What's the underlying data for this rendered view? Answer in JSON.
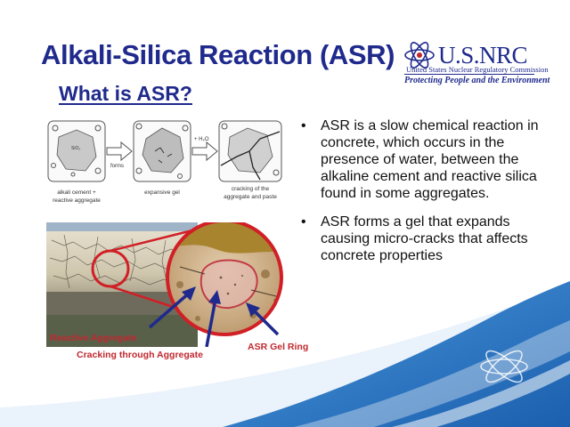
{
  "slide": {
    "title": "Alkali-Silica Reaction (ASR)",
    "subtitle": "What is ASR?"
  },
  "logo": {
    "name": "U.S.NRC",
    "full_name": "United States Nuclear Regulatory Commission",
    "tagline": "Protecting People and the Environment"
  },
  "bullets": [
    "ASR is a slow chemical reaction in concrete, which occurs in the presence of water, between the alkaline cement and reactive silica found in some aggregates.",
    "ASR forms a gel that expands causing micro-cracks that affects concrete properties"
  ],
  "diagram": {
    "step1_label_line1": "alkali cement +",
    "step1_label_line2": "reactive aggregate",
    "arrow1_label": "forms",
    "step2_label": "expansive gel",
    "arrow2_label": "+ H₂O",
    "step3_label_line1": "cracking of the",
    "step3_label_line2": "aggregate and paste"
  },
  "photo_labels": {
    "reactive_aggregate": "Reactive  Aggregate",
    "cracking": "Cracking through Aggregate",
    "gel_ring": "ASR Gel Ring"
  },
  "colors": {
    "title": "#1f2a8c",
    "label": "#c0282e",
    "wave": "#1f6fc0",
    "arrow": "#1f2a8c"
  }
}
